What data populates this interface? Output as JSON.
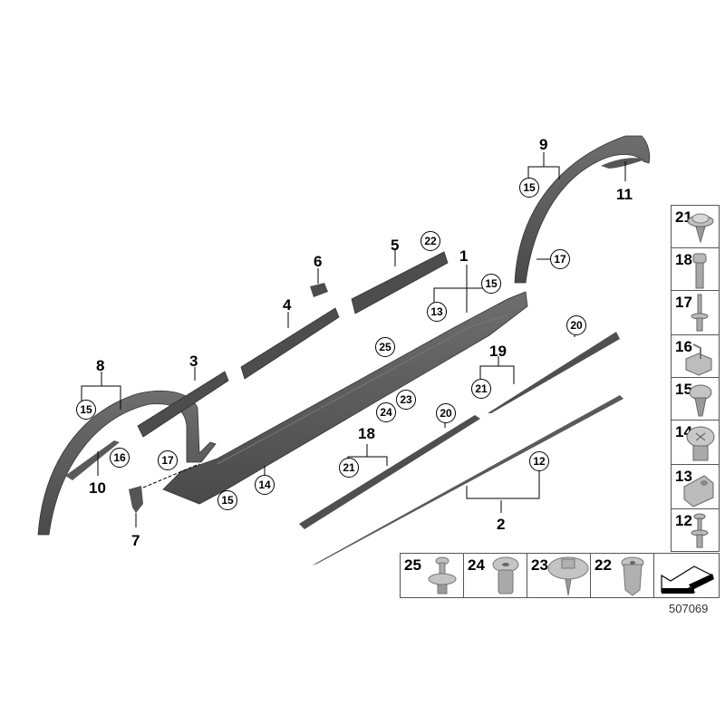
{
  "diagram": {
    "title": "Side sill / wheel arch trim parts diagram",
    "document_number": "507069",
    "colors": {
      "part_fill": "#5d5d5d",
      "part_dark": "#3c3c3c",
      "part_light": "#8a8a8a",
      "fastener_fill": "#b5b5b5",
      "line": "#000000",
      "background": "#ffffff"
    },
    "part_labels": [
      {
        "id": "1",
        "text": "1"
      },
      {
        "id": "2",
        "text": "2"
      },
      {
        "id": "3",
        "text": "3"
      },
      {
        "id": "4",
        "text": "4"
      },
      {
        "id": "5",
        "text": "5"
      },
      {
        "id": "6",
        "text": "6"
      },
      {
        "id": "7",
        "text": "7"
      },
      {
        "id": "8",
        "text": "8"
      },
      {
        "id": "9",
        "text": "9"
      },
      {
        "id": "10",
        "text": "10"
      },
      {
        "id": "11",
        "text": "11"
      },
      {
        "id": "18",
        "text": "18"
      },
      {
        "id": "19",
        "text": "19"
      }
    ],
    "circled_labels": [
      {
        "text": "22"
      },
      {
        "text": "15"
      },
      {
        "text": "13"
      },
      {
        "text": "25"
      },
      {
        "text": "20"
      },
      {
        "text": "21"
      },
      {
        "text": "24"
      },
      {
        "text": "23"
      },
      {
        "text": "20"
      },
      {
        "text": "21"
      },
      {
        "text": "12"
      },
      {
        "text": "15"
      },
      {
        "text": "17"
      },
      {
        "text": "15"
      },
      {
        "text": "16"
      },
      {
        "text": "17"
      },
      {
        "text": "14"
      },
      {
        "text": "15"
      }
    ],
    "legend_right": [
      {
        "num": "21",
        "icon": "push-rivet-clip-icon"
      },
      {
        "num": "18",
        "icon": "hex-bolt-icon"
      },
      {
        "num": "17",
        "icon": "expansion-rivet-icon"
      },
      {
        "num": "16",
        "icon": "spring-clip-icon"
      },
      {
        "num": "15",
        "icon": "push-clip-icon"
      },
      {
        "num": "14",
        "icon": "screw-expansion-rivet-icon"
      },
      {
        "num": "13",
        "icon": "clip-nut-icon"
      },
      {
        "num": "12",
        "icon": "expansion-rivet-icon"
      }
    ],
    "legend_bottom": [
      {
        "num": "25",
        "icon": "push-rivet-icon"
      },
      {
        "num": "24",
        "icon": "expanding-nut-icon"
      },
      {
        "num": "23",
        "icon": "hex-screw-washer-icon"
      },
      {
        "num": "22",
        "icon": "expansion-nut-icon"
      },
      {
        "num": "",
        "icon": "direction-arrow-icon"
      }
    ]
  }
}
